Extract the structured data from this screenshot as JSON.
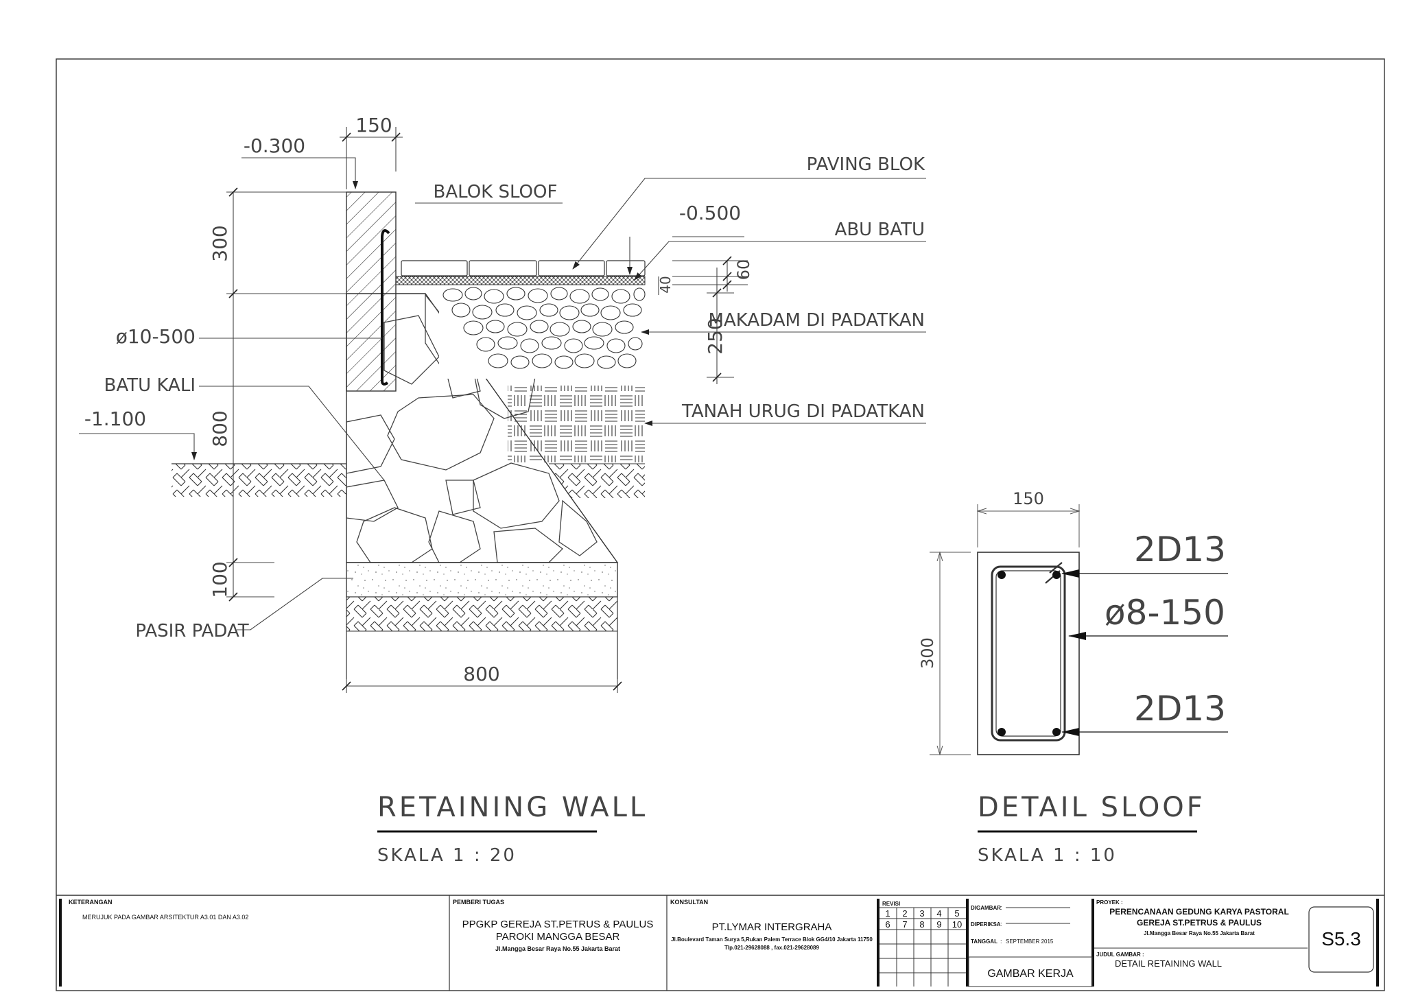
{
  "retaining_wall": {
    "title": "RETAINING WALL",
    "scale": "SKALA 1 : 20",
    "dims": {
      "top_width": "150",
      "level_top": "-0.300",
      "h300": "300",
      "h800": "800",
      "h100": "100",
      "level_paving": "-0.500",
      "level_ground": "-1.100",
      "d60": "60",
      "d40": "40",
      "d250": "250",
      "base_width": "800"
    },
    "labels": {
      "balok_sloof": "BALOK SLOOF",
      "paving_blok": "PAVING BLOK",
      "abu_batu": "ABU BATU",
      "makadam": "MAKADAM DI PADATKAN",
      "tanah_urug": "TANAH URUG DI PADATKAN",
      "rebar": "ø10-500",
      "batu_kali": "BATU KALI",
      "pasir_padat": "PASIR PADAT"
    }
  },
  "detail_sloof": {
    "title": "DETAIL SLOOF",
    "scale": "SKALA 1 : 10",
    "width": "150",
    "height": "300",
    "top_bars": "2D13",
    "stirrups": "ø8-150",
    "bottom_bars": "2D13"
  },
  "title_block": {
    "keterangan_label": "KETERANGAN",
    "keterangan_text": "MERUJUK PADA GAMBAR ARSITEKTUR A3.01 DAN A3.02",
    "pemberi_label": "PEMBERI TUGAS",
    "pemberi_line1": "PPGKP GEREJA ST.PETRUS & PAULUS",
    "pemberi_line2": "PAROKI MANGGA BESAR",
    "pemberi_line3": "Jl.Mangga Besar Raya No.55 Jakarta Barat",
    "konsultan_label": "KONSULTAN",
    "konsultan_name": "PT.LYMAR INTERGRAHA",
    "konsultan_addr": "Jl.Boulevard Taman Surya 5,Rukan Palem Terrace Blok GG4/10 Jakarta 11750",
    "konsultan_tel": "Tlp.021-29628088 , fax.021-29628089",
    "revisi_label": "REVISI",
    "revisi_numbers": [
      "1",
      "2",
      "3",
      "4",
      "5",
      "6",
      "7",
      "8",
      "9",
      "10"
    ],
    "digambar_label": "DIGAMBAR",
    "diperiksa_label": "DIPERIKSA",
    "tanggal_label": "TANGGAL",
    "tanggal_value": "SEPTEMBER 2015",
    "gambar_kerja": "GAMBAR KERJA",
    "proyek_label": "PROYEK :",
    "proyek_line1": "PERENCANAAN GEDUNG KARYA PASTORAL",
    "proyek_line2": "GEREJA ST.PETRUS & PAULUS",
    "proyek_line3": "Jl.Mangga Besar Raya No.55 Jakarta Barat",
    "judul_label": "JUDUL GAMBAR :",
    "judul_value": "DETAIL RETAINING WALL",
    "sheet_no": "S5.3"
  }
}
